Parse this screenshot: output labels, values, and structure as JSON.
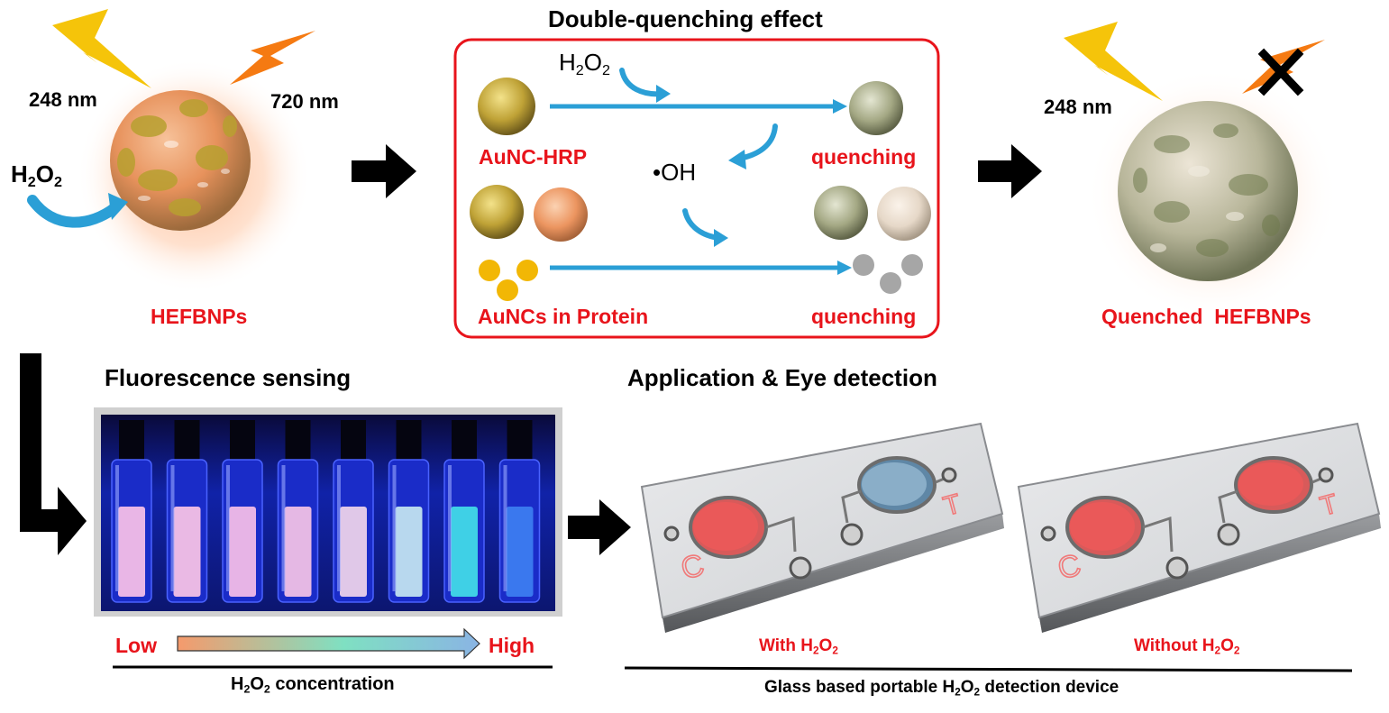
{
  "colors": {
    "label_red": "#e8141b",
    "arrow_blue": "#2b9fd6",
    "gold": "#c9a83a",
    "orange": "#f0935a",
    "glow": "#ffc8a6",
    "box_border": "#e8141b",
    "uv_blue": "#1f33d8",
    "drop_red": "#e8545a",
    "drop_blue": "#7fa9c8"
  },
  "icons": {
    "excitation": "lightning-bolt-icon",
    "blocked": "cross-icon",
    "nanoparticle": "sphere-icon",
    "flow": "arrow-icon"
  },
  "top": {
    "left_panel": {
      "wavelength_1": "248 nm",
      "wavelength_2": "720 nm",
      "reagent": {
        "base": "H",
        "sub1": "2",
        "mid": "O",
        "sub2": "2"
      },
      "label": "HEFBNPs"
    },
    "center_panel": {
      "title": "Double-quenching effect",
      "reagent": {
        "base": "H",
        "sub1": "2",
        "mid": "O",
        "sub2": "2"
      },
      "label_aunc_hrp": "AuNC-HRP",
      "radical": "•OH",
      "label_quenching_top": "quenching",
      "label_aunc_protein": "AuNCs in Protein",
      "label_quenching_bottom": "quenching"
    },
    "right_panel": {
      "wavelength": "248 nm",
      "label": "Quenched  HEFBNPs"
    }
  },
  "bottom": {
    "sensing": {
      "title": "Fluorescence sensing",
      "scale_low": "Low",
      "scale_high": "High",
      "axis": {
        "base": "H",
        "sub1": "2",
        "mid": "O",
        "sub2": "2",
        "suffix": " concentration"
      },
      "vial_colors": [
        "#e9b6e6",
        "#eab9e4",
        "#e7b4e6",
        "#e5b8e4",
        "#e0c8e8",
        "#b8d8ee",
        "#3fd0e6",
        "#3a78ee"
      ]
    },
    "application": {
      "title": "Application & Eye detection",
      "device_left_caption": {
        "prefix": "With H",
        "sub1": "2",
        "mid": "O",
        "sub2": "2"
      },
      "device_right_caption": {
        "prefix": "Without H",
        "sub1": "2",
        "mid": "O",
        "sub2": "2"
      },
      "chip_label_control": "C",
      "chip_label_test": "T",
      "footer": {
        "prefix": "Glass based portable H",
        "sub1": "2",
        "mid": "O",
        "sub2": "2",
        "suffix": " detection device"
      }
    }
  }
}
